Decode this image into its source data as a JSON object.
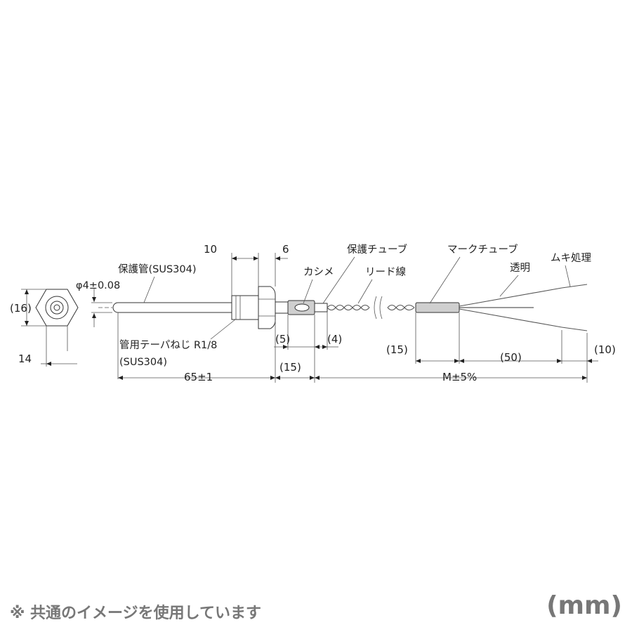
{
  "labels": {
    "protect_tube": "保護管(SUS304)",
    "diameter": "φ4±0.08",
    "thread": "管用テーパねじ R1/8",
    "thread_material": "(SUS304)",
    "crimp": "カシメ",
    "protect_sleeve": "保護チューブ",
    "lead_wire": "リード線",
    "mark_tube": "マークチューブ",
    "transparent": "透明",
    "bare_end": "ムキ処理"
  },
  "dimensions": {
    "hex_height": "(16)",
    "hex_width": "14",
    "hex_body": "10",
    "nut_width": "6",
    "length_main": "65±1",
    "crimp_a": "(5)",
    "crimp_b": "(4)",
    "offset": "(15)",
    "mark_offset": "(15)",
    "split_length": "(50)",
    "strip_length": "(10)",
    "lead_length": "M±5%"
  },
  "footer": {
    "note": "※ 共通のイメージを使用しています",
    "unit": "(mm)"
  }
}
